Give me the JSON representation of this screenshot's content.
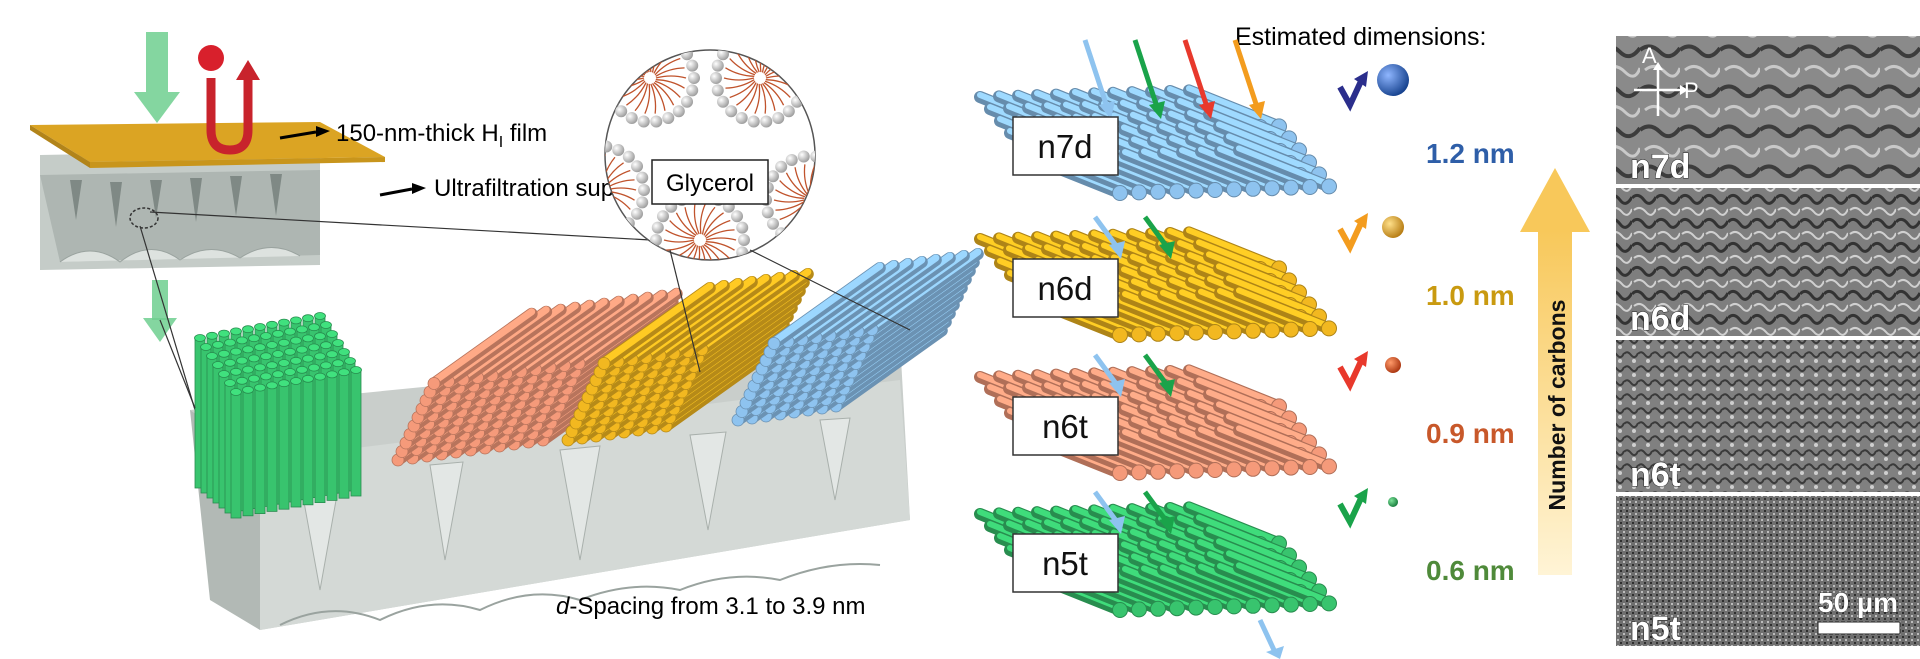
{
  "labels": {
    "film": "150-nm-thick H",
    "film_sub": "I",
    "film_suffix": " film",
    "support": "Ultrafiltration support",
    "glycerol": "Glycerol",
    "d_italic": "d",
    "d_text": "-Spacing from 3.1 to 3.9 nm",
    "estimated": "Estimated dimensions:",
    "axis": "Number of carbons",
    "scale": "50 µm",
    "pom_A": "A",
    "pom_P": "P"
  },
  "layers": [
    {
      "id": "n7d",
      "dimension": "1.2 nm",
      "color": "#8ec3ef",
      "text_color": "#2e5ea8"
    },
    {
      "id": "n6d",
      "dimension": "1.0 nm",
      "color": "#f2b820",
      "text_color": "#c99a10"
    },
    {
      "id": "n6t",
      "dimension": "0.9 nm",
      "color": "#f59a7a",
      "text_color": "#c8582a"
    },
    {
      "id": "n5t",
      "dimension": "0.6 nm",
      "color": "#38c46e",
      "text_color": "#4f8a3a"
    }
  ],
  "arrow_colors": [
    "#8ec3ef",
    "#1aa34a",
    "#e8392c",
    "#f39c1e"
  ],
  "reject_colors": {
    "n7d": "#2b2e8c",
    "n6d": "#f39c1e",
    "n6t": "#e8392c",
    "n5t": "#1aa34a"
  },
  "colors": {
    "film": "#dba423",
    "support": "#c5ccc8",
    "flow_arrow": "#6fcf8f",
    "reject_arrow": "#c8232c",
    "gradient_arrow": "#fbd98a"
  }
}
